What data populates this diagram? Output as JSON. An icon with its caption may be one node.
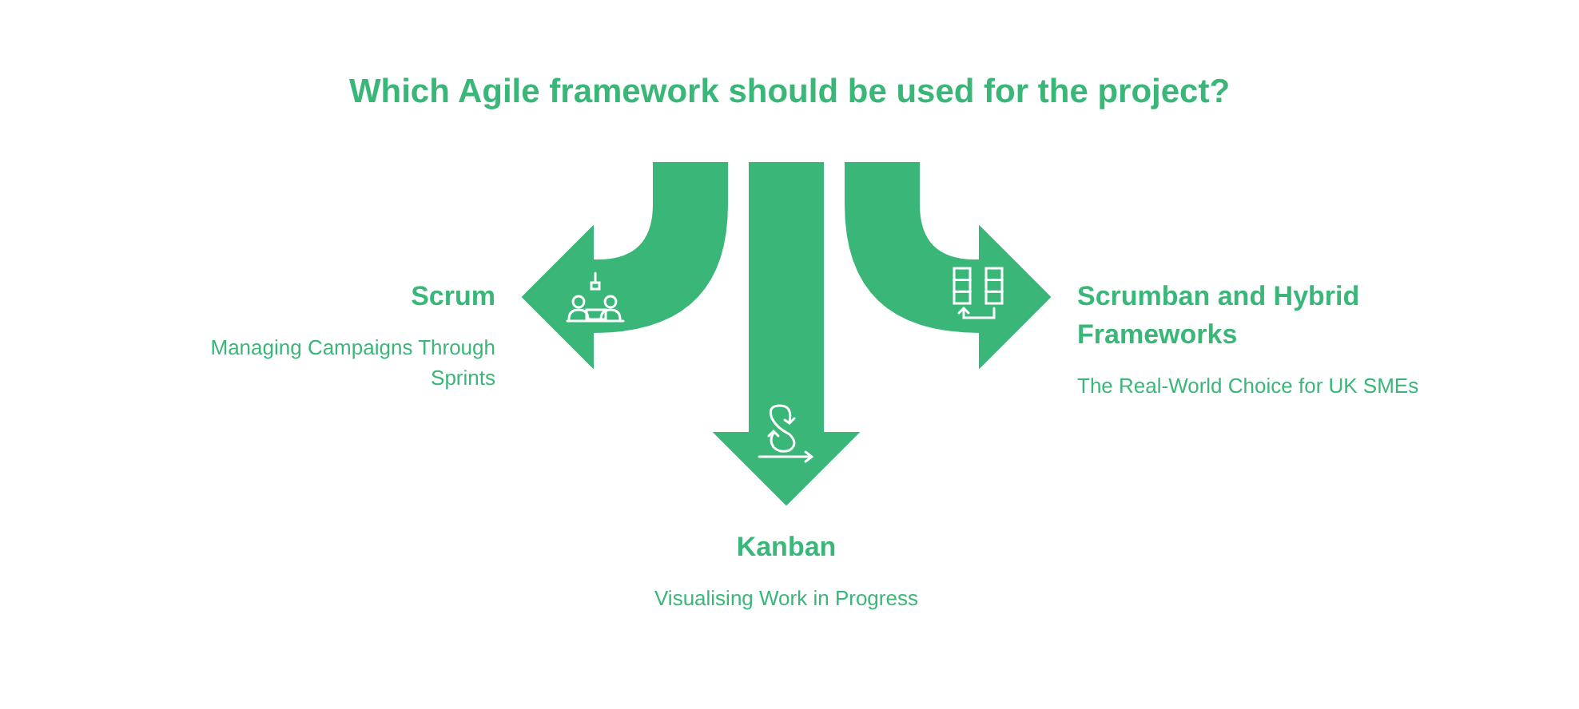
{
  "diagram": {
    "title": "Which Agile framework should be used for the project?",
    "nodes": [
      {
        "text": [
          "Scrum",
          "Managing Campaigns Through Sprints"
        ]
      },
      {
        "text": [
          "Kanban",
          "Visualising Work in Progress"
        ]
      },
      {
        "text": [
          "Scrumban and Hybrid Frameworks",
          "The Real-World Choice for UK SMEs"
        ]
      }
    ],
    "edges": [
      {
        "from": null,
        "to": 0,
        "arrow": "to",
        "style": "thick"
      },
      {
        "from": null,
        "to": 1,
        "arrow": "to",
        "style": "thick"
      },
      {
        "from": null,
        "to": 2,
        "arrow": "to",
        "style": "thick"
      }
    ]
  }
}
